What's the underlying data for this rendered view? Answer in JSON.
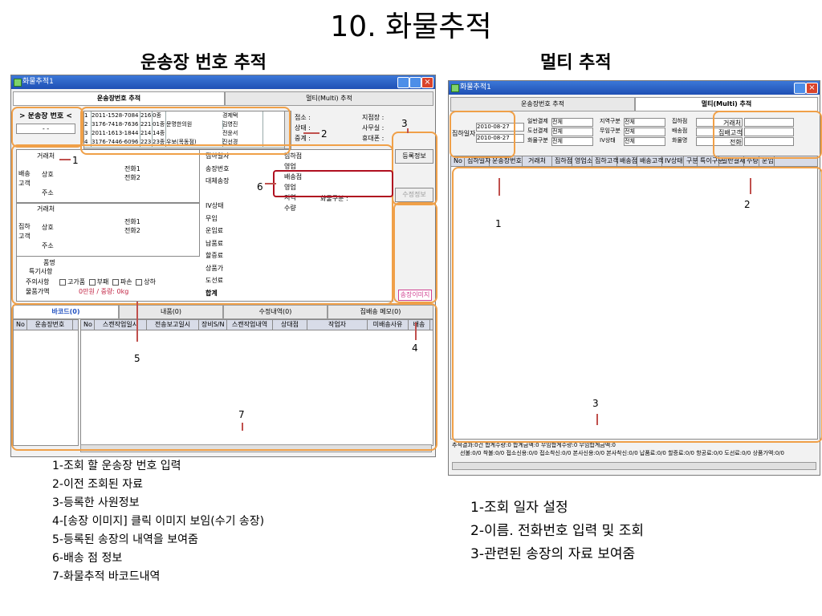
{
  "page": {
    "title": "10. 화물추적",
    "left_heading": "운송장 번호 추적",
    "right_heading": "멀티 추적"
  },
  "left_window": {
    "title": "화물추적1",
    "tabs": [
      "운송장번호 추적",
      "멀티(Multi) 추적"
    ],
    "invoice_label": "> 운송장 번호 <",
    "invoice_value": "-   -",
    "history_rows": [
      {
        "no": "1",
        "invoice": "2011-1528-7084",
        "code": "216",
        "cnt": "0종",
        "name": "",
        "branch": "경제택"
      },
      {
        "no": "2",
        "invoice": "3176-7418-7636",
        "code": "221",
        "cnt": "01종",
        "name": "문명한의원",
        "branch": "김영진"
      },
      {
        "no": "3",
        "invoice": "2011-1613-1844",
        "code": "214",
        "cnt": "14종",
        "name": "",
        "branch": "전윤서"
      },
      {
        "no": "4",
        "invoice": "3176-7446-6096",
        "code": "223",
        "cnt": "23종",
        "name": "우보(목동점)",
        "branch": "진선경"
      }
    ],
    "info_labels_mid": [
      "접소 :",
      "상태 :",
      "중계 :"
    ],
    "info_labels_right": [
      "지점장 :",
      "사무실 :",
      "휴대폰 :"
    ],
    "register_button": "등록정보",
    "rank_button": "수정정보",
    "image_button": "송장이미지",
    "form": {
      "sender_group": "배송\n고객",
      "receiver_group": "집하\n고객",
      "customer": "거래처",
      "company": "상호",
      "address": "주소",
      "phone1": "전화1",
      "phone2": "전화2",
      "goods": "품명",
      "special": "특기사항",
      "caution": "주의사항",
      "caution_items": [
        "고가품",
        "부패",
        "파손",
        "상하"
      ],
      "value_label": "물품가액",
      "value_text": "0만원  /  중량: 0kg",
      "mid_labels": [
        "집하일자",
        "송장번호",
        "대체송장",
        "",
        "IV상태",
        "무임",
        "운임료",
        "납품료",
        "할증료",
        "상품가",
        "도선료",
        "합계"
      ],
      "right_labels": [
        "집하점",
        "영업",
        "배송점",
        "영업",
        "지역",
        "수량"
      ],
      "region_label": "화물구분 :"
    },
    "bottom_tabs": [
      "바코드(0)",
      "내품(0)",
      "수정내역(0)",
      "집배송 메모(0)"
    ],
    "grid_left_headers": [
      "No",
      "운송장번호"
    ],
    "grid_right_headers": [
      "No",
      "스캔작업일시",
      "전송보고일시",
      "장비S/N",
      "스캔작업내역",
      "상대점",
      "작업자",
      "미배송사유",
      "배송"
    ]
  },
  "right_window": {
    "title": "화물추적1",
    "tabs": [
      "운송장번호 추적",
      "멀티(Multi) 추적"
    ],
    "date_label": "집하일자",
    "date_from": "2010-08-27",
    "date_to": "2010-08-27",
    "filter_rows": [
      [
        {
          "label": "일반결제",
          "value": "전체"
        },
        {
          "label": "지역구분",
          "value": "전체"
        },
        {
          "label": "집하점",
          "value": ""
        }
      ],
      [
        {
          "label": "도선결제",
          "value": "전체"
        },
        {
          "label": "무임구분",
          "value": "전체"
        },
        {
          "label": "배송점",
          "value": ""
        }
      ],
      [
        {
          "label": "화물구분",
          "value": "전체"
        },
        {
          "label": "IV상태",
          "value": "전체"
        },
        {
          "label": "화물명",
          "value": ""
        }
      ]
    ],
    "search_labels": [
      "거래처",
      "집배고객",
      "전화"
    ],
    "grid_headers": [
      "No",
      "집하일자",
      "운송장번호",
      "거래처",
      "집하점",
      "영업소",
      "집하고객",
      "배송점",
      "배송고객",
      "IV상태",
      "구분",
      "특이구분",
      "일반결제",
      "수량",
      "운임"
    ],
    "status_line1": "추적결과:0건  합계수량:0  합계금액:0  무임합계수량:0  무임합계금액:0",
    "status_line2": "선불:0/0 착불:0/0 접소신용:0/0 접소착신:0/0 본사신용:0/0 본사착신:0/0 납품료:0/0 할증료:0/0 항공료:0/0 도선료:0/0 상품가액:0/0"
  },
  "callouts_left": [
    "1",
    "2",
    "3",
    "4",
    "5",
    "6",
    "7"
  ],
  "callouts_right": [
    "1",
    "2",
    "3"
  ],
  "notes_left": [
    "1-조회 할 운송장 번호 입력",
    "2-이전 조회된 자료",
    "3-등록한 사원정보",
    "4-[송장 이미지] 클릭 이미지 보임(수기 송장)",
    "5-등록된 송장의 내역을 보여줌",
    "6-배송 점 정보",
    "7-화물추적 바코드내역"
  ],
  "notes_right": [
    "1-조회  일자 설정",
    "2-이름. 전화번호 입력 및 조회",
    "3-관련된 송장의 자료 보여줌"
  ],
  "colors": {
    "highlight_orange": "#f0a048",
    "highlight_red": "#b01020",
    "titlebar_blue": "#1f4fb4",
    "arrow_red": "#c0504d"
  }
}
